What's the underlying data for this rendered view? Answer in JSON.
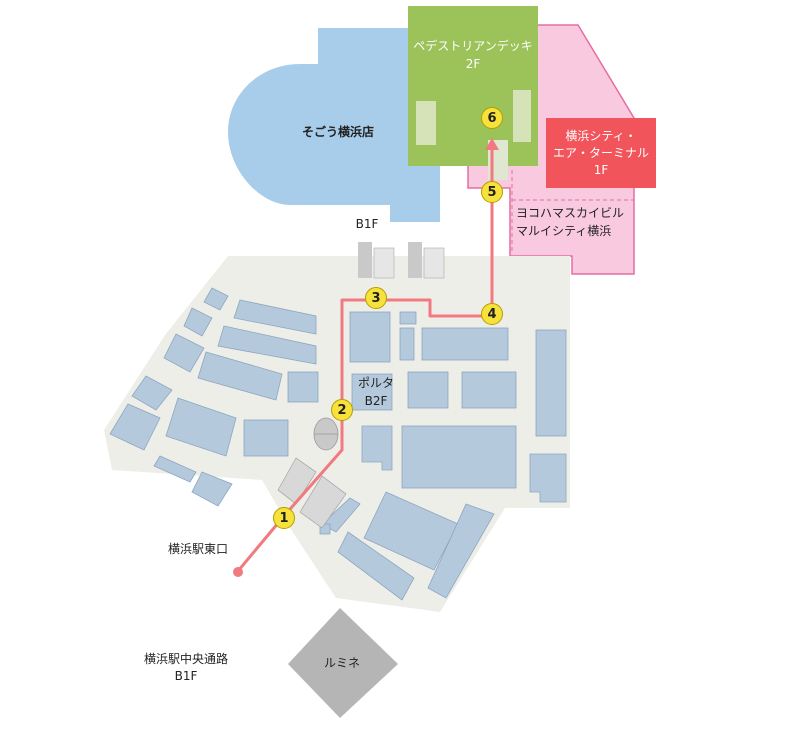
{
  "labels": {
    "deck_name": "ペデストリアンデッキ",
    "deck_floor": "2F",
    "sogo": "そごう横浜店",
    "terminal": "横浜シティ・\nエア・ターミナル\n1F",
    "marui_line1": "ヨコハマスカイビル",
    "marui_line2": "マルイシティ横浜",
    "b1f": "B1F",
    "porta_name": "ポルタ",
    "porta_floor": "B2F",
    "east_exit": "横浜駅東口",
    "central_line1": "横浜駅中央通路",
    "central_line2": "B1F",
    "lumine": "ルミネ"
  },
  "route_steps": [
    "1",
    "2",
    "3",
    "4",
    "5",
    "6"
  ],
  "colors": {
    "sogo": "#a8cdea",
    "deck": "#9cc25a",
    "marui": "#f9c9df",
    "terminal": "#f2545b",
    "porta_floor": "#eeeee8",
    "shops": "#b5c9dc",
    "route": "#f07a80",
    "marker": "#f7e23b",
    "lumine": "#b5b5b5"
  }
}
